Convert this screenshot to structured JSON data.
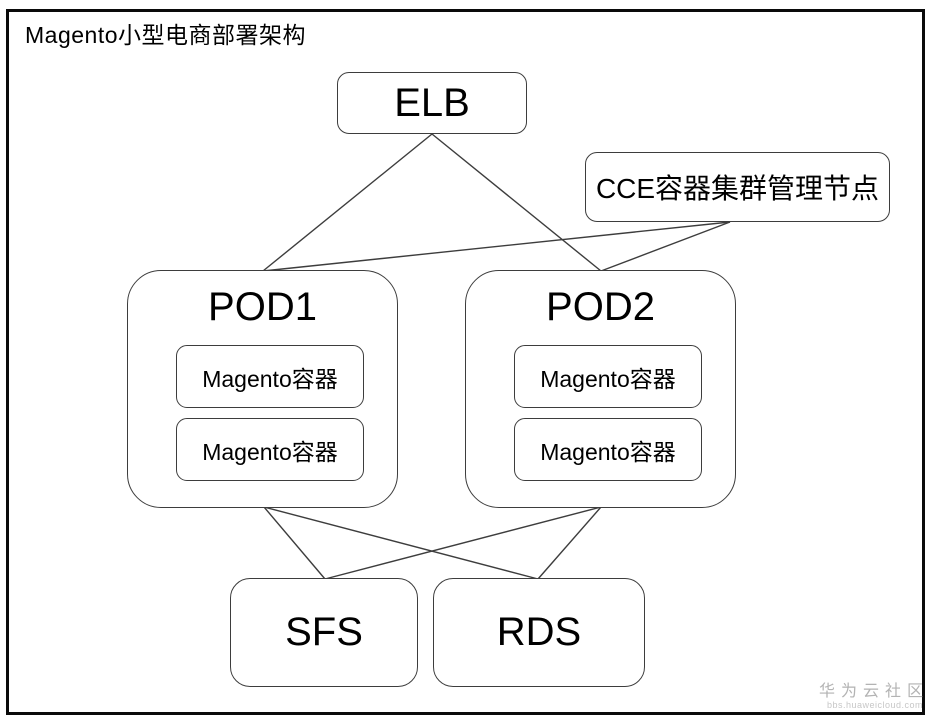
{
  "title": "Magento小型电商部署架构",
  "diagram": {
    "nodes": {
      "elb": {
        "label": "ELB"
      },
      "cce": {
        "label": "CCE容器集群管理节点"
      },
      "pod1": {
        "label": "POD1",
        "containers": [
          "Magento容器",
          "Magento容器"
        ]
      },
      "pod2": {
        "label": "POD2",
        "containers": [
          "Magento容器",
          "Magento容器"
        ]
      },
      "sfs": {
        "label": "SFS"
      },
      "rds": {
        "label": "RDS"
      }
    },
    "edges": [
      {
        "from": "ELB",
        "to": "POD1"
      },
      {
        "from": "ELB",
        "to": "POD2"
      },
      {
        "from": "CCE容器集群管理节点",
        "to": "POD1"
      },
      {
        "from": "CCE容器集群管理节点",
        "to": "POD2"
      },
      {
        "from": "POD1",
        "to": "SFS"
      },
      {
        "from": "POD1",
        "to": "RDS"
      },
      {
        "from": "POD2",
        "to": "SFS"
      },
      {
        "from": "POD2",
        "to": "RDS"
      }
    ],
    "line_color": "#3d3d3d"
  },
  "watermark": {
    "text": "华为云社区",
    "url": "bbs.huaweicloud.com"
  }
}
